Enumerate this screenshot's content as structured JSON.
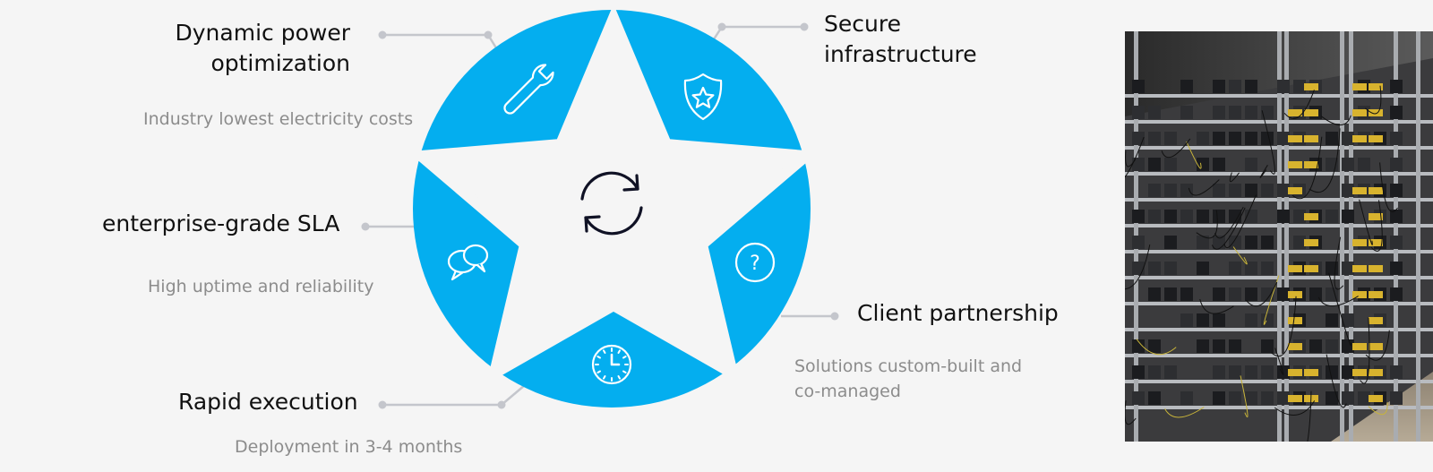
{
  "features": [
    {
      "id": "power",
      "title_line1": "Dynamic power",
      "title_line2": "optimization",
      "subtitle": "Industry lowest electricity costs",
      "icon": "wrench-icon"
    },
    {
      "id": "secure",
      "title_line1": "Secure",
      "title_line2": "infrastructure",
      "subtitle": "",
      "icon": "shield-star-icon"
    },
    {
      "id": "sla",
      "title_line1": "enterprise-grade SLA",
      "title_line2": "",
      "subtitle": "High uptime and reliability",
      "icon": "chat-bubbles-icon"
    },
    {
      "id": "partnership",
      "title_line1": "Client partnership",
      "title_line2": "",
      "subtitle_line1": "Solutions custom-built and",
      "subtitle_line2": "co-managed",
      "icon": "question-circle-icon"
    },
    {
      "id": "execution",
      "title_line1": "Rapid execution",
      "title_line2": "",
      "subtitle": "Deployment in 3-4 months",
      "icon": "clock-icon"
    }
  ],
  "center_icon": "refresh-cycle-icon",
  "photo": {
    "subject": "server-racks-photo"
  },
  "colors": {
    "accent": "#04aeef",
    "background": "#f5f5f5",
    "connector": "#c4c6cc",
    "title": "#111111",
    "subtitle": "#8c8c8c"
  }
}
